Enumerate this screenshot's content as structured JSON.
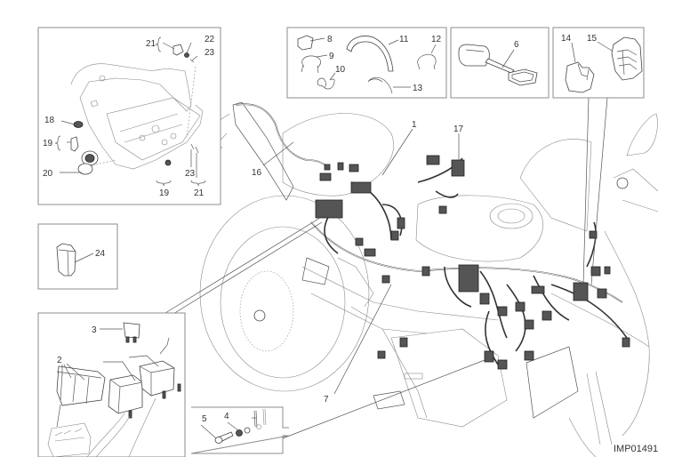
{
  "diagram": {
    "title_code": "IMP01491",
    "callouts": {
      "c1": "1",
      "c2": "2",
      "c3": "3",
      "c4": "4",
      "c5": "5",
      "c6": "6",
      "c7": "7",
      "c8": "8",
      "c9": "9",
      "c10": "10",
      "c11": "11",
      "c12": "12",
      "c13": "13",
      "c14": "14",
      "c15": "15",
      "c16": "16",
      "c17": "17",
      "c18": "18",
      "c19a": "19",
      "c19b": "19",
      "c20": "20",
      "c21a": "21",
      "c21b": "21",
      "c22": "22",
      "c23a": "23",
      "c23b": "23",
      "c24": "24"
    },
    "colors": {
      "line": "#444444",
      "box_border": "#8c8c8c",
      "text": "#333333"
    }
  }
}
